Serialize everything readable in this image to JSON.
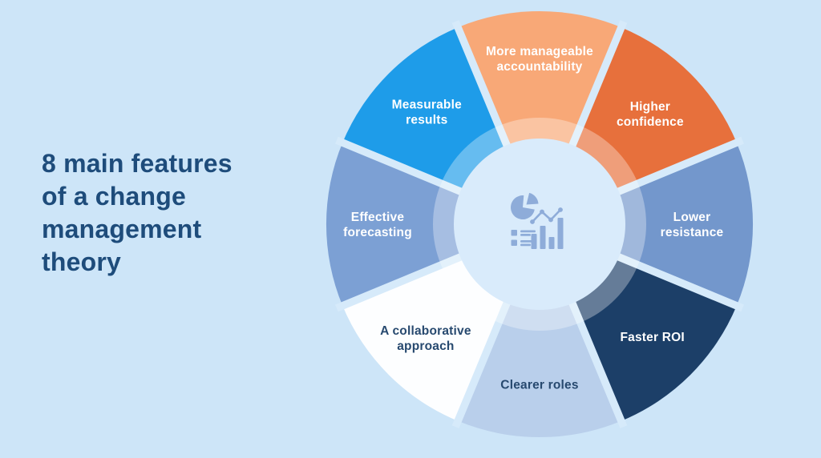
{
  "page": {
    "background_color": "#CDE5F8",
    "title": "8 main features of a change management theory",
    "title_lines": [
      "8 main features",
      "of a change",
      "management",
      "theory"
    ],
    "title_color": "#1E4C7B"
  },
  "wheel": {
    "gap_color": "#D6EAFA",
    "hole_color": "#D9EBFB",
    "inner_ring_color": "#FFFFFF",
    "inner_ring_opacity": 0.32,
    "center_icon": "analytics-icon",
    "icon_color": "#8EACD9",
    "segments": [
      {
        "id": "more-manageable-accountability",
        "label": "More manageable accountability",
        "label_lines": [
          "More manageable",
          "accountability"
        ],
        "color": "#F8A877",
        "text_color": "#FFFFFF"
      },
      {
        "id": "higher-confidence",
        "label": "Higher confidence",
        "label_lines": [
          "Higher",
          "confidence"
        ],
        "color": "#E7703C",
        "text_color": "#FFFFFF"
      },
      {
        "id": "lower-resistance",
        "label": "Lower resistance",
        "label_lines": [
          "Lower",
          "resistance"
        ],
        "color": "#7397CC",
        "text_color": "#FFFFFF"
      },
      {
        "id": "faster-roi",
        "label": "Faster ROI",
        "label_lines": [
          "Faster ROI"
        ],
        "color": "#1C3F68",
        "text_color": "#FFFFFF"
      },
      {
        "id": "clearer-roles",
        "label": "Clearer roles",
        "label_lines": [
          "Clearer roles"
        ],
        "color": "#B9CFEB",
        "text_color": "#27496F"
      },
      {
        "id": "collaborative-approach",
        "label": "A collaborative approach",
        "label_lines": [
          "A collaborative",
          "approach"
        ],
        "color": "#FDFEFF",
        "text_color": "#27496F"
      },
      {
        "id": "effective-forecasting",
        "label": "Effective forecasting",
        "label_lines": [
          "Effective",
          "forecasting"
        ],
        "color": "#7CA0D4",
        "text_color": "#FFFFFF"
      },
      {
        "id": "measurable-results",
        "label": "Measurable results",
        "label_lines": [
          "Measurable",
          "results"
        ],
        "color": "#1E9CE9",
        "text_color": "#FFFFFF"
      }
    ]
  }
}
